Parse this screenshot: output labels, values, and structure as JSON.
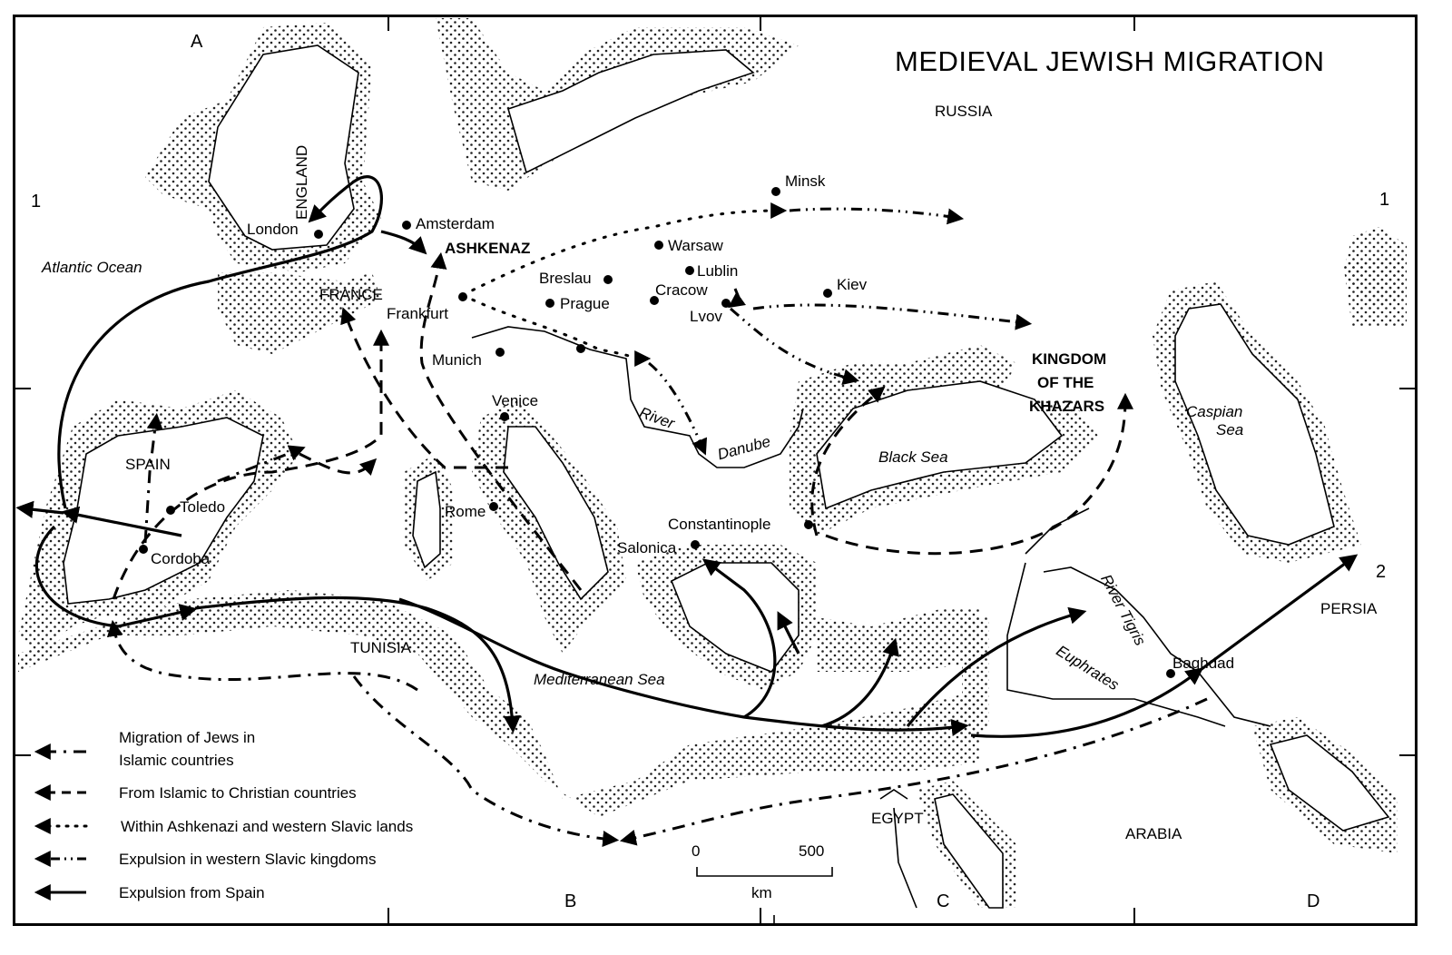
{
  "map": {
    "title": "MEDIEVAL JEWISH MIGRATION",
    "grid": {
      "columns": [
        "A",
        "B",
        "C",
        "D"
      ],
      "rows_left": [
        "1"
      ],
      "rows_right": [
        "1",
        "2"
      ]
    },
    "regions": {
      "russia": "RUSSIA",
      "england": "ENGLAND",
      "france": "FRANCE",
      "ashkenaz": "ASHKENAZ",
      "spain": "SPAIN",
      "tunisia": "TUNISIA",
      "egypt": "EGYPT",
      "arabia": "ARABIA",
      "persia": "PERSIA",
      "khazars_line1": "KINGDOM",
      "khazars_line2": "OF THE",
      "khazars_line3": "KHAZARS"
    },
    "water": {
      "atlantic": "Atlantic Ocean",
      "mediterranean": "Mediterranean Sea",
      "black_sea": "Black Sea",
      "caspian_line1": "Caspian",
      "caspian_line2": "Sea",
      "danube_1": "River",
      "danube_2": "Danube",
      "tigris": "River Tigris",
      "euphrates_1": "River",
      "euphrates_2": "Euphrates"
    },
    "cities": [
      {
        "name": "London"
      },
      {
        "name": "Amsterdam"
      },
      {
        "name": "Minsk"
      },
      {
        "name": "Warsaw"
      },
      {
        "name": "Lublin"
      },
      {
        "name": "Breslau"
      },
      {
        "name": "Cracow"
      },
      {
        "name": "Kiev"
      },
      {
        "name": "Prague"
      },
      {
        "name": "Lvov"
      },
      {
        "name": "Frankfurt"
      },
      {
        "name": "Munich"
      },
      {
        "name": "Venice"
      },
      {
        "name": "Toledo"
      },
      {
        "name": "Cordoba"
      },
      {
        "name": "Rome"
      },
      {
        "name": "Constantinople"
      },
      {
        "name": "Salonica"
      },
      {
        "name": "Baghdad"
      }
    ],
    "scale_bar": {
      "min": "0",
      "max": "500",
      "unit": "km"
    }
  },
  "legend": {
    "items": [
      {
        "style": "dash-dot",
        "label_line1": "Migration of Jews  in",
        "label_line2": "Islamic countries"
      },
      {
        "style": "dashed",
        "label_line1": "From Islamic to Christian countries"
      },
      {
        "style": "dotted",
        "label_line1": "Within Ashkenazi and western Slavic lands"
      },
      {
        "style": "dot-dot-dash",
        "label_line1": "Expulsion in western Slavic  kingdoms"
      },
      {
        "style": "solid",
        "label_line1": "Expulsion from Spain"
      }
    ]
  },
  "colors": {
    "ink": "#000000",
    "paper": "#ffffff",
    "stipple": "#222222"
  }
}
